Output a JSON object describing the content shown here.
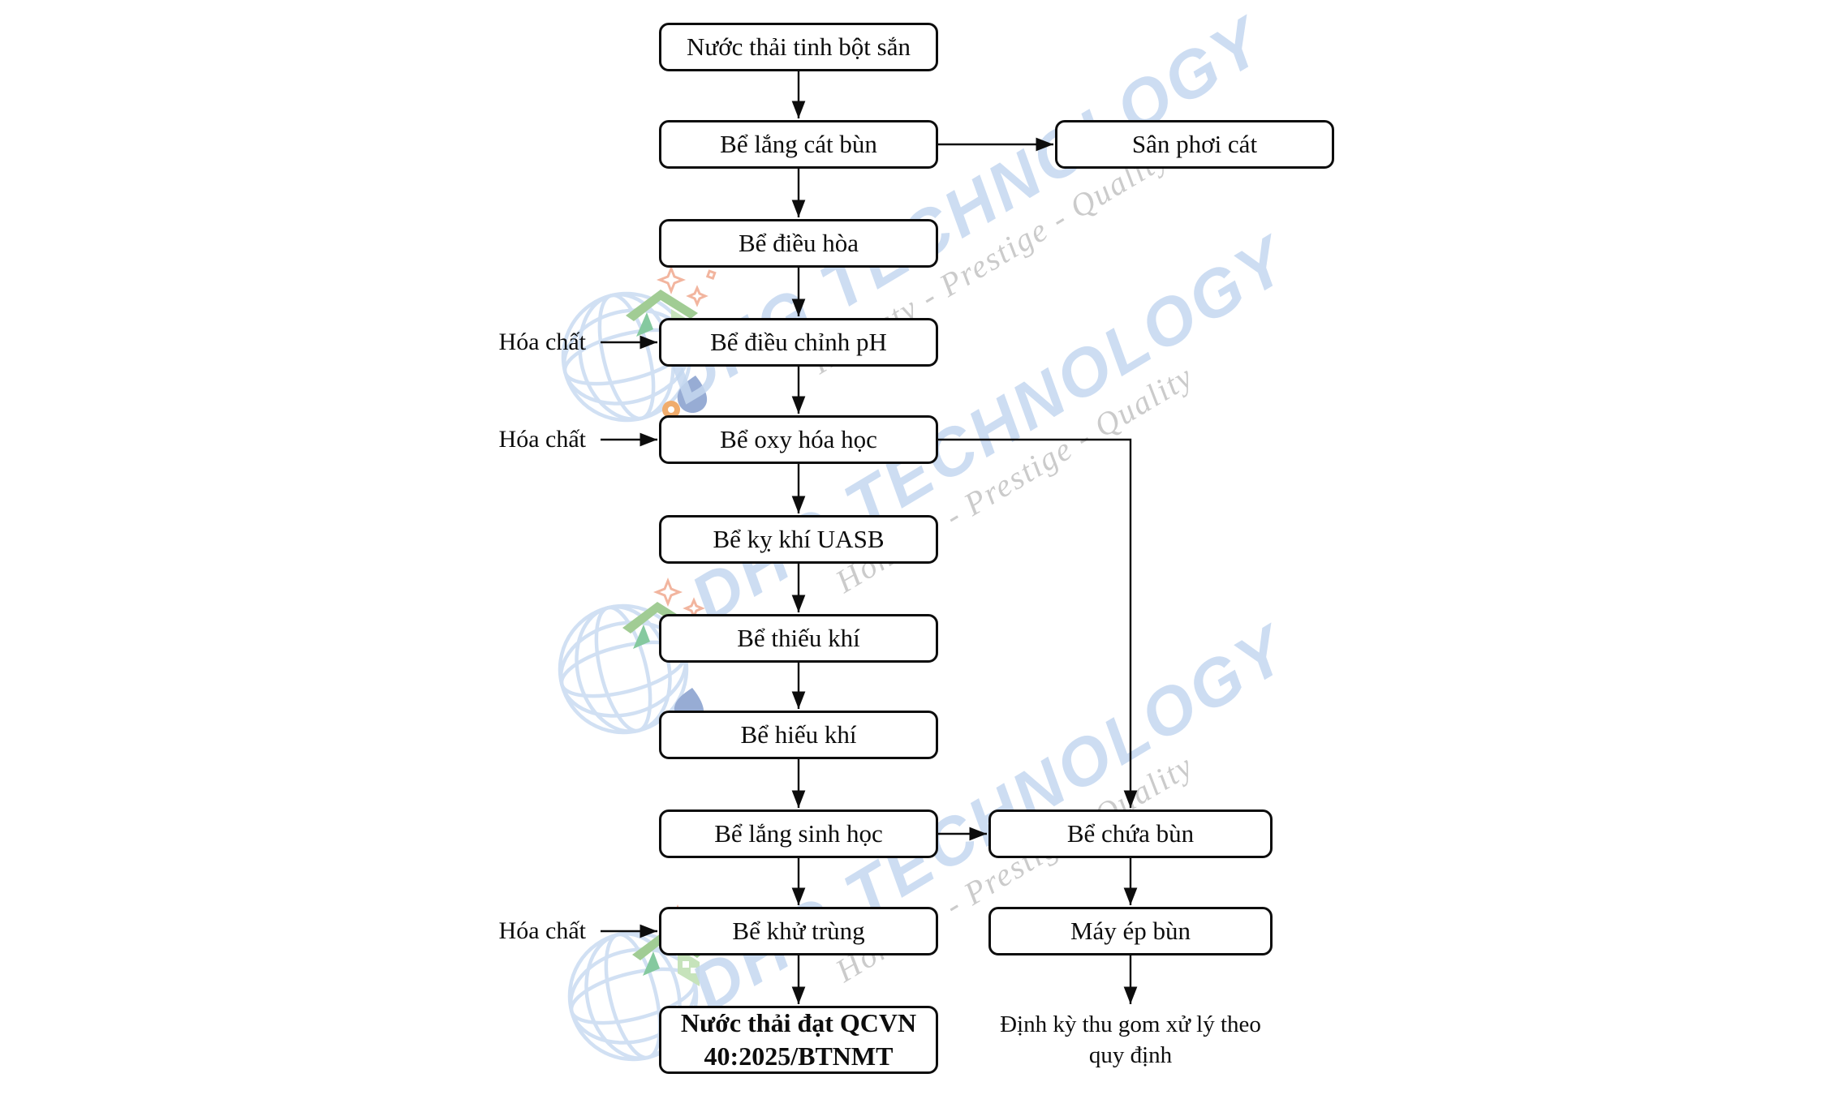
{
  "main_flow": [
    "Nước thải tinh bột sắn",
    "Bể lắng cát bùn",
    "Bể điều hòa",
    "Bể điều chỉnh pH",
    "Bể oxy hóa học",
    "Bể kỵ khí UASB",
    "Bể thiếu khí",
    "Bể hiếu khí",
    "Bể lắng sinh học",
    "Bể khử trùng",
    "Nước thải đạt QCVN 40:2025/BTNMT"
  ],
  "side_flow": [
    "Sân phơi cát",
    "Bể chứa bùn",
    "Máy ép bùn"
  ],
  "side_end_note": "Định kỳ thu gom xử lý theo quy định",
  "labels": {
    "chemical": "Hóa chất"
  },
  "watermark": {
    "brand": "DHG TECHNOLOGY",
    "slogan": "Honesty - Prestige - Quality",
    "brand_color": "#c5d8f0",
    "slogan_color": "#c6c6c6"
  },
  "style_colors": {
    "line": "#0d0d0d",
    "box_border": "#0d0d0d",
    "globe_blue": "#cfdff3",
    "logo_green": "#9cca8f",
    "logo_green_light": "#c3e2b8",
    "logo_drop_blue": "#92a8d2",
    "logo_gear_orange": "#f0a865",
    "logo_star_coral": "#f2b29a"
  },
  "edges": [
    "Nước thải tinh bột sắn → Bể lắng cát bùn",
    "Bể lắng cát bùn → Sân phơi cát",
    "Bể lắng cát bùn → Bể điều hòa",
    "Bể điều hòa → Bể điều chỉnh pH",
    "Hóa chất → Bể điều chỉnh pH",
    "Bể điều chỉnh pH → Bể oxy hóa học",
    "Hóa chất → Bể oxy hóa học",
    "Bể oxy hóa học → Bể kỵ khí UASB",
    "Bể oxy hóa học → Bể chứa bùn",
    "Bể kỵ khí UASB → Bể thiếu khí",
    "Bể thiếu khí → Bể hiếu khí",
    "Bể hiếu khí → Bể lắng sinh học",
    "Bể lắng sinh học → Bể chứa bùn",
    "Bể lắng sinh học → Bể khử trùng",
    "Hóa chất → Bể khử trùng",
    "Bể khử trùng → Nước thải đạt QCVN 40:2025/BTNMT",
    "Bể chứa bùn → Máy ép bùn",
    "Máy ép bùn → Định kỳ thu gom xử lý theo quy định"
  ]
}
